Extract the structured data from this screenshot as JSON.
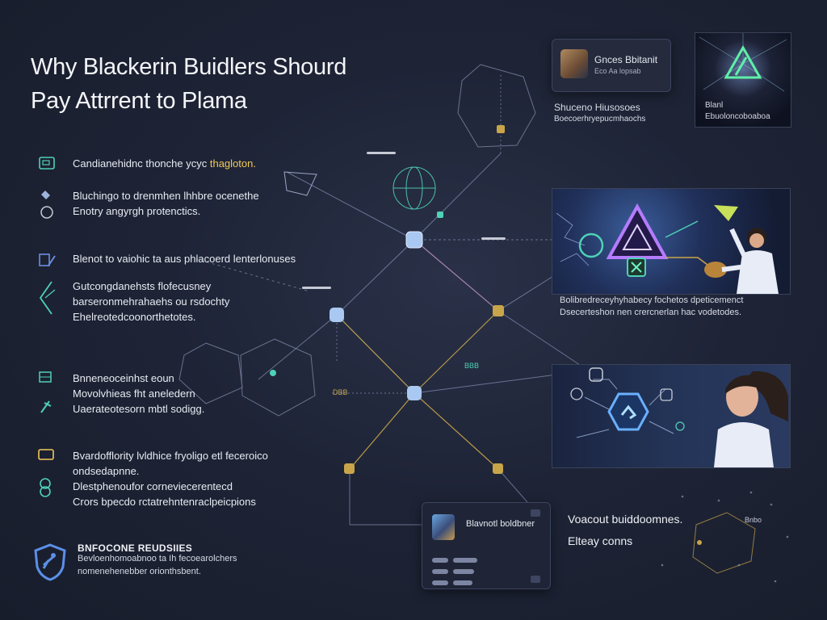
{
  "header": {
    "title_line1": "Why Blackerin Buidlers Shourd",
    "title_line2": "Pay Attrrent to Plama"
  },
  "features": [
    {
      "icon": "window-icon",
      "lines": [
        "Candianehidnc thonche ycyc",
        "thagloton."
      ],
      "accent_second": true
    },
    {
      "icon": "pen-icon",
      "lines": [
        "Bluchingo to drenmhen lhhbre ocenethe",
        "Enotry angyrgh protenctics."
      ]
    },
    {
      "icon": "edit-icon",
      "lines": [
        "Blenot to vaiohic ta aus phlacoerd lenterlonuses"
      ]
    },
    {
      "icon": "compass-icon",
      "lines": [
        "Gutcongdanehsts flofecusney",
        "barseronmehrahaehs ou rsdochty",
        "Ehelreotedcoonorthetotes."
      ]
    },
    {
      "icon": "grid-icon",
      "lines": [
        "Bnneneoceinhst eoun",
        "Movolvhieas fht aneledern",
        "Uaerateotesorn mbtl sodigg."
      ]
    },
    {
      "icon": "wallet-icon",
      "lines": [
        "Bvardofflority lvldhice fryoligo etl feceroico",
        "ondsedapnne.",
        "Dlestphenoufor corneviecerentecd",
        "Crors bpecdo rctatrehntenraclpeicpions"
      ]
    }
  ],
  "profile_card": {
    "name": "Gnces Bbitanit",
    "subtitle": "Eco Aa lopsab",
    "caption_1": "Shuceno Hiusosoes",
    "caption_2": "Boecoerhryepucmhaochs"
  },
  "logo_image": {
    "caption_1": "Blanl",
    "caption_2": "Ebuoloncoboaboa"
  },
  "hero_image": {
    "caption_1": "Bolibredreceyhyhabecy fochetos dpeticemenct",
    "caption_2": "Dsecerteshon nen crercnerlan hac vodetodes."
  },
  "graph_labels": {
    "tag_1": "BBB",
    "tag_2": "DBB"
  },
  "bottom_card": {
    "name": "Blavnotl boldbner"
  },
  "bottom_right": {
    "line1": "Voacout buiddoomnes.",
    "line2": "Elteay conns",
    "tag": "Bnbo"
  },
  "footer": {
    "heading": "BNFOCONE REUDSIIES",
    "line1": "Bevloenhomoabnoo ta Ih fecoearolchers",
    "line2": "nomenehenebber orionthsbent."
  },
  "colors": {
    "background": "#1e2436",
    "accent_teal": "#4fd1b5",
    "accent_gold": "#f1c75a",
    "node_light": "#b9d4ff",
    "node_gold": "#c9a54a"
  }
}
